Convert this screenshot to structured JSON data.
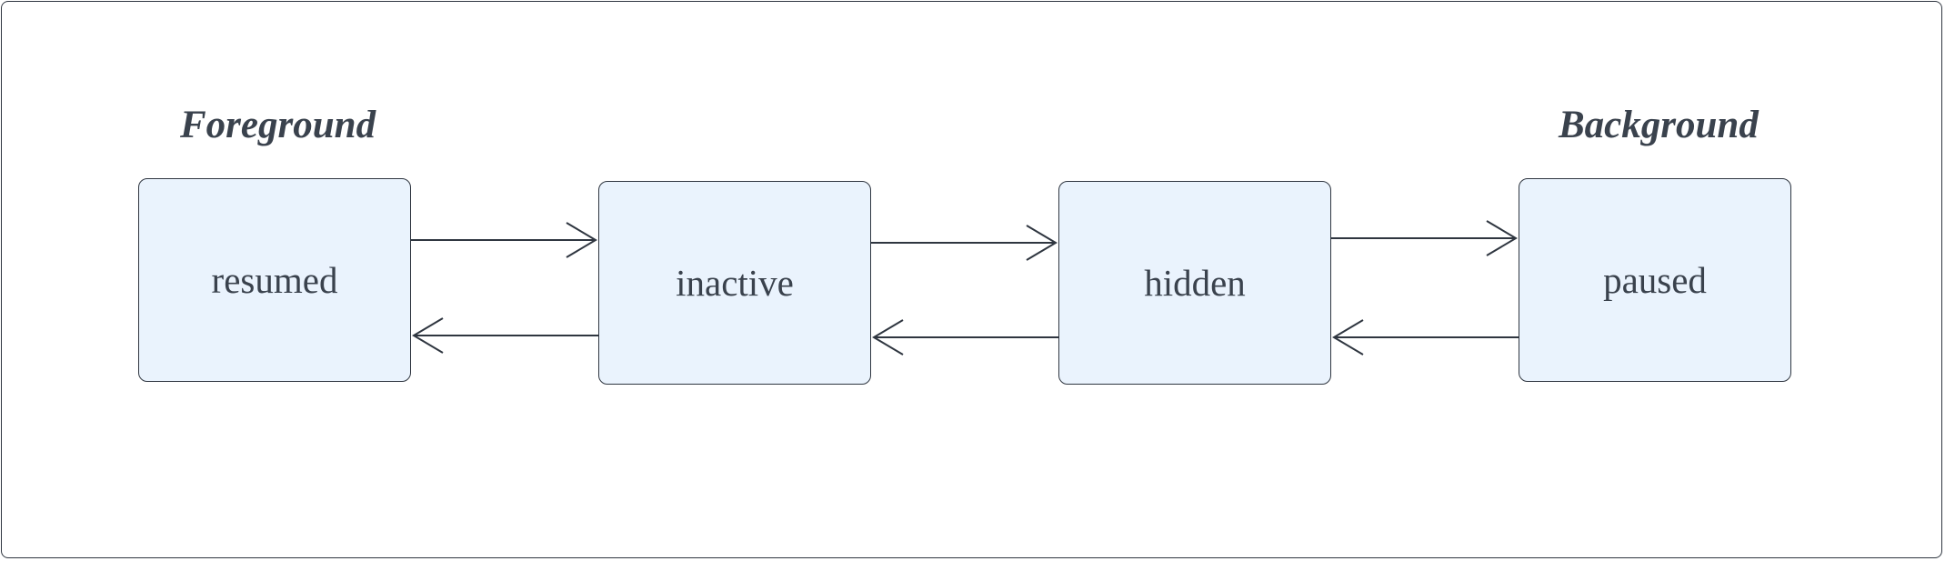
{
  "diagram": {
    "groups": {
      "foreground": "Foreground",
      "background": "Background"
    },
    "states": [
      {
        "id": "resumed",
        "label": "resumed"
      },
      {
        "id": "inactive",
        "label": "inactive"
      },
      {
        "id": "hidden",
        "label": "hidden"
      },
      {
        "id": "paused",
        "label": "paused"
      }
    ],
    "transitions": [
      {
        "from": "resumed",
        "to": "inactive"
      },
      {
        "from": "inactive",
        "to": "resumed"
      },
      {
        "from": "inactive",
        "to": "hidden"
      },
      {
        "from": "hidden",
        "to": "inactive"
      },
      {
        "from": "hidden",
        "to": "paused"
      },
      {
        "from": "paused",
        "to": "hidden"
      }
    ],
    "colors": {
      "box_fill": "#eaf3fd",
      "stroke": "#2f3640",
      "text": "#3a424d"
    }
  }
}
